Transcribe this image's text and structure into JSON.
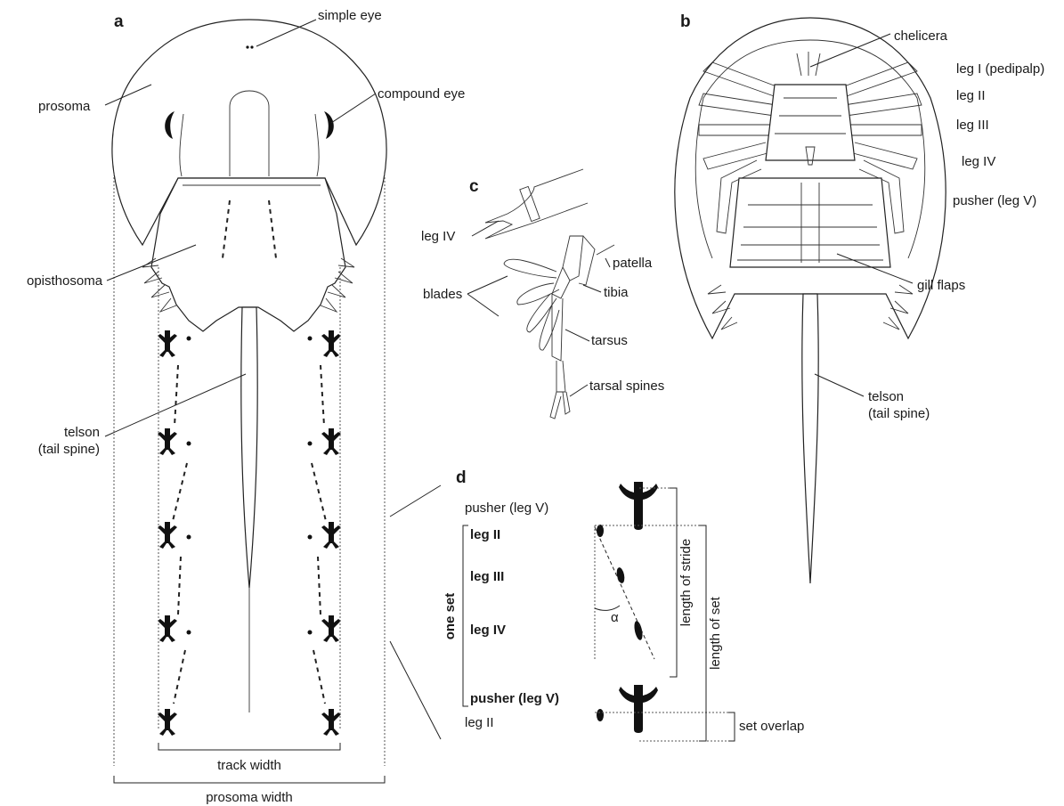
{
  "panels": {
    "a": "a",
    "b": "b",
    "c": "c",
    "d": "d"
  },
  "labels_a": {
    "simple_eye": "simple eye",
    "prosoma": "prosoma",
    "compound_eye": "compound eye",
    "opisthosoma": "opisthosoma",
    "telson_1": "telson",
    "telson_2": "(tail spine)",
    "track_width": "track width",
    "prosoma_width": "prosoma width"
  },
  "labels_b": {
    "chelicera": "chelicera",
    "leg_1": "leg I (pedipalp)",
    "leg_2": "leg II",
    "leg_3": "leg III",
    "leg_4": "leg IV",
    "pusher": "pusher (leg V)",
    "gill_flaps": "gill flaps",
    "telson_1": "telson",
    "telson_2": "(tail spine)"
  },
  "labels_c": {
    "leg_4": "leg IV",
    "patella": "patella",
    "blades": "blades",
    "tibia": "tibia",
    "tarsus": "tarsus",
    "tarsal_spines": "tarsal spines"
  },
  "labels_d": {
    "pusher_top": "pusher (leg V)",
    "leg_2": "leg II",
    "leg_3": "leg III",
    "leg_4": "leg IV",
    "pusher_bottom": "pusher (leg V)",
    "leg_2_bottom": "leg II",
    "one_set": "one set",
    "alpha": "α",
    "length_of_stride": "length of stride",
    "length_of_set": "length of set",
    "set_overlap": "set overlap"
  }
}
